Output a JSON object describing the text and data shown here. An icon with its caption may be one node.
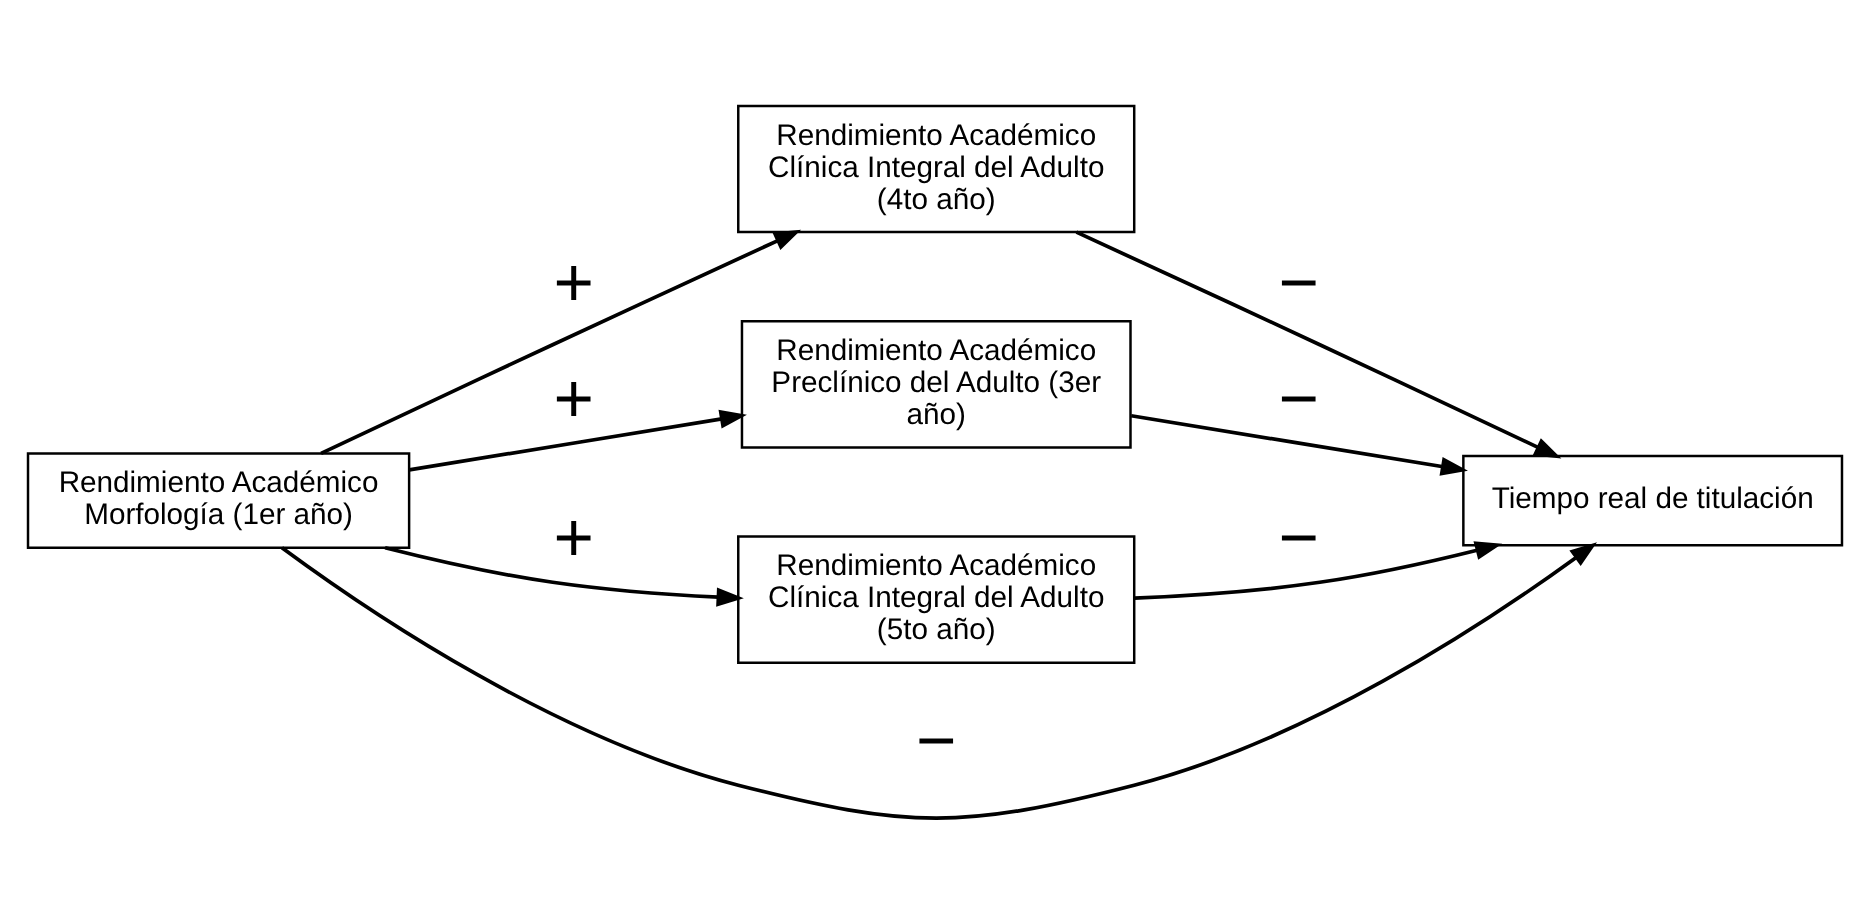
{
  "diagram": {
    "nodes": [
      {
        "text": [
          "Rendimiento Académico Morfología (1er año)"
        ]
      },
      {
        "text": [
          "Rendimiento Académico Clínica Integral del Adulto (4to año)"
        ]
      },
      {
        "text": [
          "Rendimiento Académico Preclínico del Adulto (3er año)"
        ]
      },
      {
        "text": [
          "Rendimiento Académico Clínica Integral del Adulto (5to año)"
        ]
      },
      {
        "text": [
          "Tiempo real de titulación"
        ]
      }
    ],
    "edges": [
      {
        "from": 0,
        "to": 1,
        "arrow": "to",
        "label": "+"
      },
      {
        "from": 0,
        "to": 2,
        "arrow": "to",
        "label": "+"
      },
      {
        "from": 0,
        "to": 4,
        "arrow": "to",
        "label": "−"
      },
      {
        "from": 0,
        "to": 3,
        "arrow": "to",
        "label": "+"
      },
      {
        "from": 1,
        "to": 4,
        "arrow": "to",
        "label": "−"
      },
      {
        "from": 2,
        "to": 4,
        "arrow": "to",
        "label": "−"
      },
      {
        "from": 3,
        "to": 4,
        "arrow": "to",
        "label": "−"
      }
    ]
  }
}
